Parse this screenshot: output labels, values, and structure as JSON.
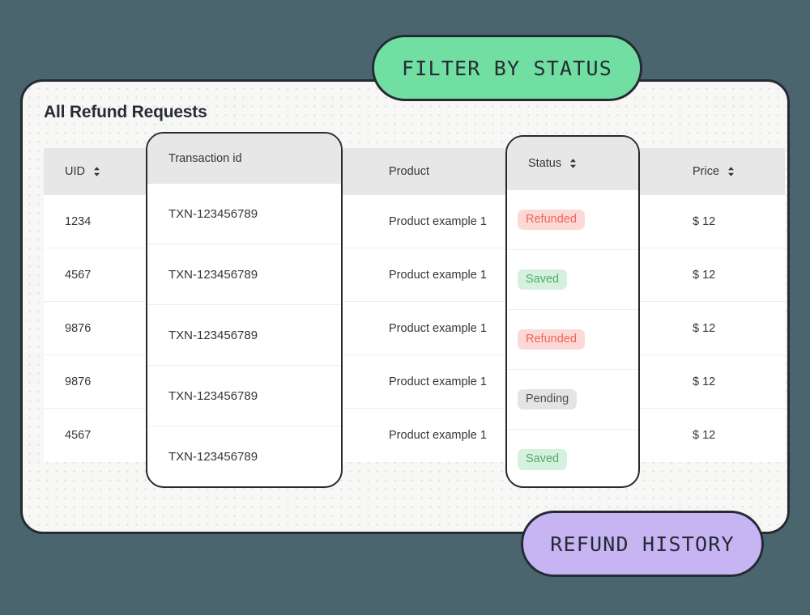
{
  "background_color": "#4a656e",
  "panel": {
    "title": "All Refund Requests",
    "background_color": "#f7f7f6",
    "border_color": "#242b33"
  },
  "table": {
    "columns": [
      {
        "key": "uid",
        "label": "UID",
        "sortable": true,
        "sort_icon": "sort-chevron-icon"
      },
      {
        "key": "txn",
        "label": "Transaction id",
        "sortable": false,
        "sort_icon": ""
      },
      {
        "key": "product",
        "label": "Product",
        "sortable": false,
        "sort_icon": ""
      },
      {
        "key": "status",
        "label": "Status",
        "sortable": true,
        "sort_icon": "sort-chevron-icon"
      },
      {
        "key": "price",
        "label": "Price",
        "sortable": true,
        "sort_icon": "sort-chevron-icon"
      }
    ],
    "rows": [
      {
        "uid": "1234",
        "txn": "TXN-123456789",
        "product": "Product example 1",
        "status": "Refunded",
        "status_kind": "refunded",
        "price": "$ 12"
      },
      {
        "uid": "4567",
        "txn": "TXN-123456789",
        "product": "Product example 1",
        "status": "Saved",
        "status_kind": "saved",
        "price": "$ 12"
      },
      {
        "uid": "9876",
        "txn": "TXN-123456789",
        "product": "Product example 1",
        "status": "Refunded",
        "status_kind": "refunded",
        "price": "$ 12"
      },
      {
        "uid": "9876",
        "txn": "TXN-123456789",
        "product": "Product example 1",
        "status": "Pending",
        "status_kind": "pending",
        "price": "$ 12"
      },
      {
        "uid": "4567",
        "txn": "TXN-123456789",
        "product": "Product example 1",
        "status": "Saved",
        "status_kind": "saved",
        "price": "$ 12"
      }
    ],
    "header_background": "#e7e7e7",
    "row_background": "#ffffff"
  },
  "highlighted_columns": {
    "transaction": {
      "header": "Transaction id"
    },
    "status": {
      "header": "Status"
    }
  },
  "status_colors": {
    "refunded_bg": "#fcd9d6",
    "refunded_fg": "#f0655a",
    "saved_bg": "#d5f0dc",
    "saved_fg": "#4eab6f",
    "pending_bg": "#e4e4e4",
    "pending_fg": "#4c5057"
  },
  "callouts": {
    "filter": {
      "label": "FILTER BY STATUS",
      "color": "#72dfa2"
    },
    "history": {
      "label": "REFUND HISTORY",
      "color": "#c7b4f3"
    }
  }
}
